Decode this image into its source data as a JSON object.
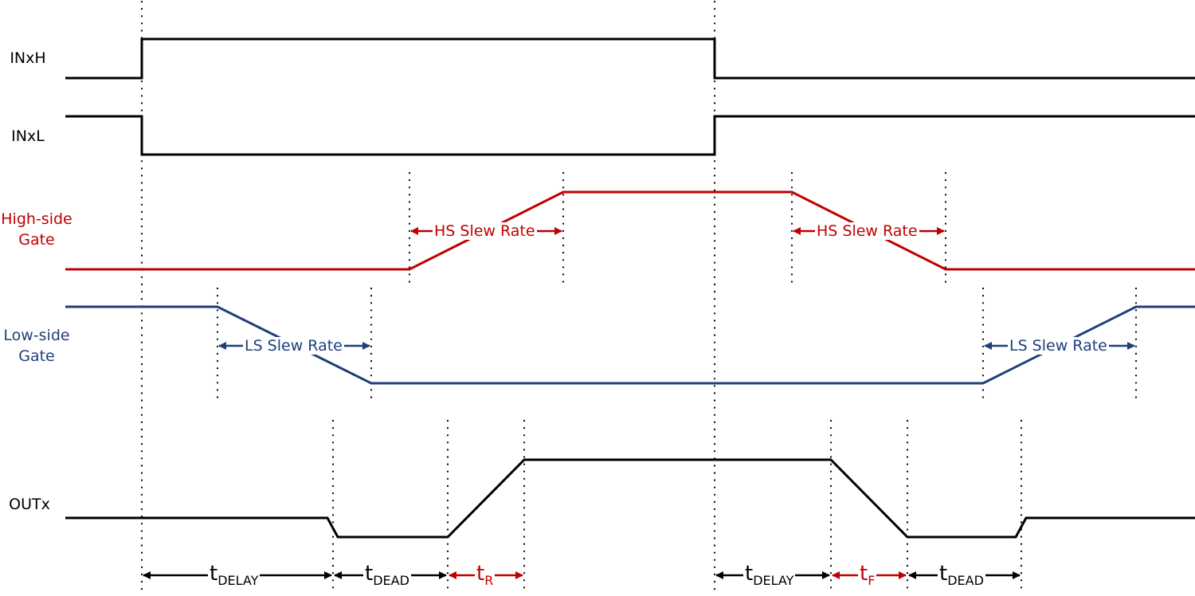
{
  "colors": {
    "black": "#000000",
    "hs_red": "#c00000",
    "ls_blue": "#1f3f7a"
  },
  "signals": [
    {
      "name": "INxH",
      "color": "#000000"
    },
    {
      "name": "INxL",
      "color": "#000000"
    },
    {
      "name_line1": "High-side",
      "name_line2": "Gate",
      "color": "#c00000"
    },
    {
      "name_line1": "Low-side",
      "name_line2": "Gate",
      "color": "#1f3f7a"
    },
    {
      "name": "OUTx",
      "color": "#000000"
    }
  ],
  "annotations": {
    "hs_slew_rise": "HS Slew Rate",
    "hs_slew_fall": "HS Slew Rate",
    "ls_slew_fall": "LS Slew Rate",
    "ls_slew_rise": "LS Slew Rate"
  },
  "timing": [
    {
      "base": "t",
      "sub": "DELAY",
      "color": "#000000"
    },
    {
      "base": "t",
      "sub": "DEAD",
      "color": "#000000"
    },
    {
      "base": "t",
      "sub": "R",
      "color": "#c00000"
    },
    {
      "base": "t",
      "sub": "DELAY",
      "color": "#000000"
    },
    {
      "base": "t",
      "sub": "F",
      "color": "#c00000"
    },
    {
      "base": "t",
      "sub": "DEAD",
      "color": "#000000"
    }
  ]
}
